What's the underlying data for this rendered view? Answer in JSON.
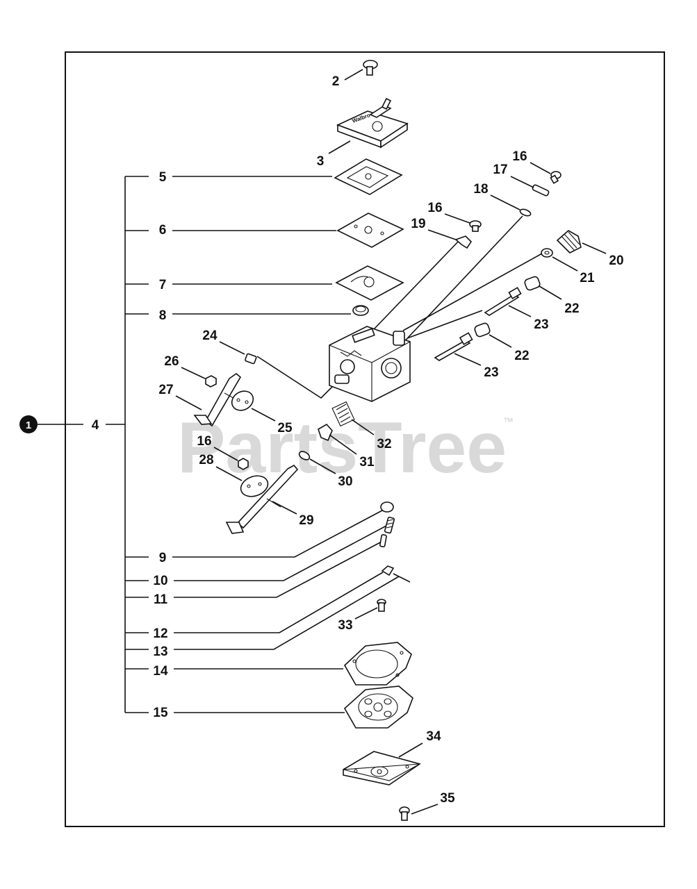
{
  "watermark": {
    "text": "PartsTree",
    "trademark": "™"
  },
  "assembly_badge": "1",
  "labels": {
    "l1": "1",
    "l2": "2",
    "l3": "3",
    "l4": "4",
    "l5": "5",
    "l6": "6",
    "l7": "7",
    "l8": "8",
    "l9": "9",
    "l10": "10",
    "l11": "11",
    "l12": "12",
    "l13": "13",
    "l14": "14",
    "l15": "15",
    "l16a": "16",
    "l16b": "16",
    "l16c": "16",
    "l17": "17",
    "l18": "18",
    "l19": "19",
    "l20": "20",
    "l21": "21",
    "l22a": "22",
    "l22b": "22",
    "l23a": "23",
    "l23b": "23",
    "l24": "24",
    "l25": "25",
    "l26": "26",
    "l27": "27",
    "l28": "28",
    "l29": "29",
    "l30": "30",
    "l31": "31",
    "l32": "32",
    "l33": "33",
    "l34": "34",
    "l35": "35"
  },
  "cover_text": "Walbro"
}
